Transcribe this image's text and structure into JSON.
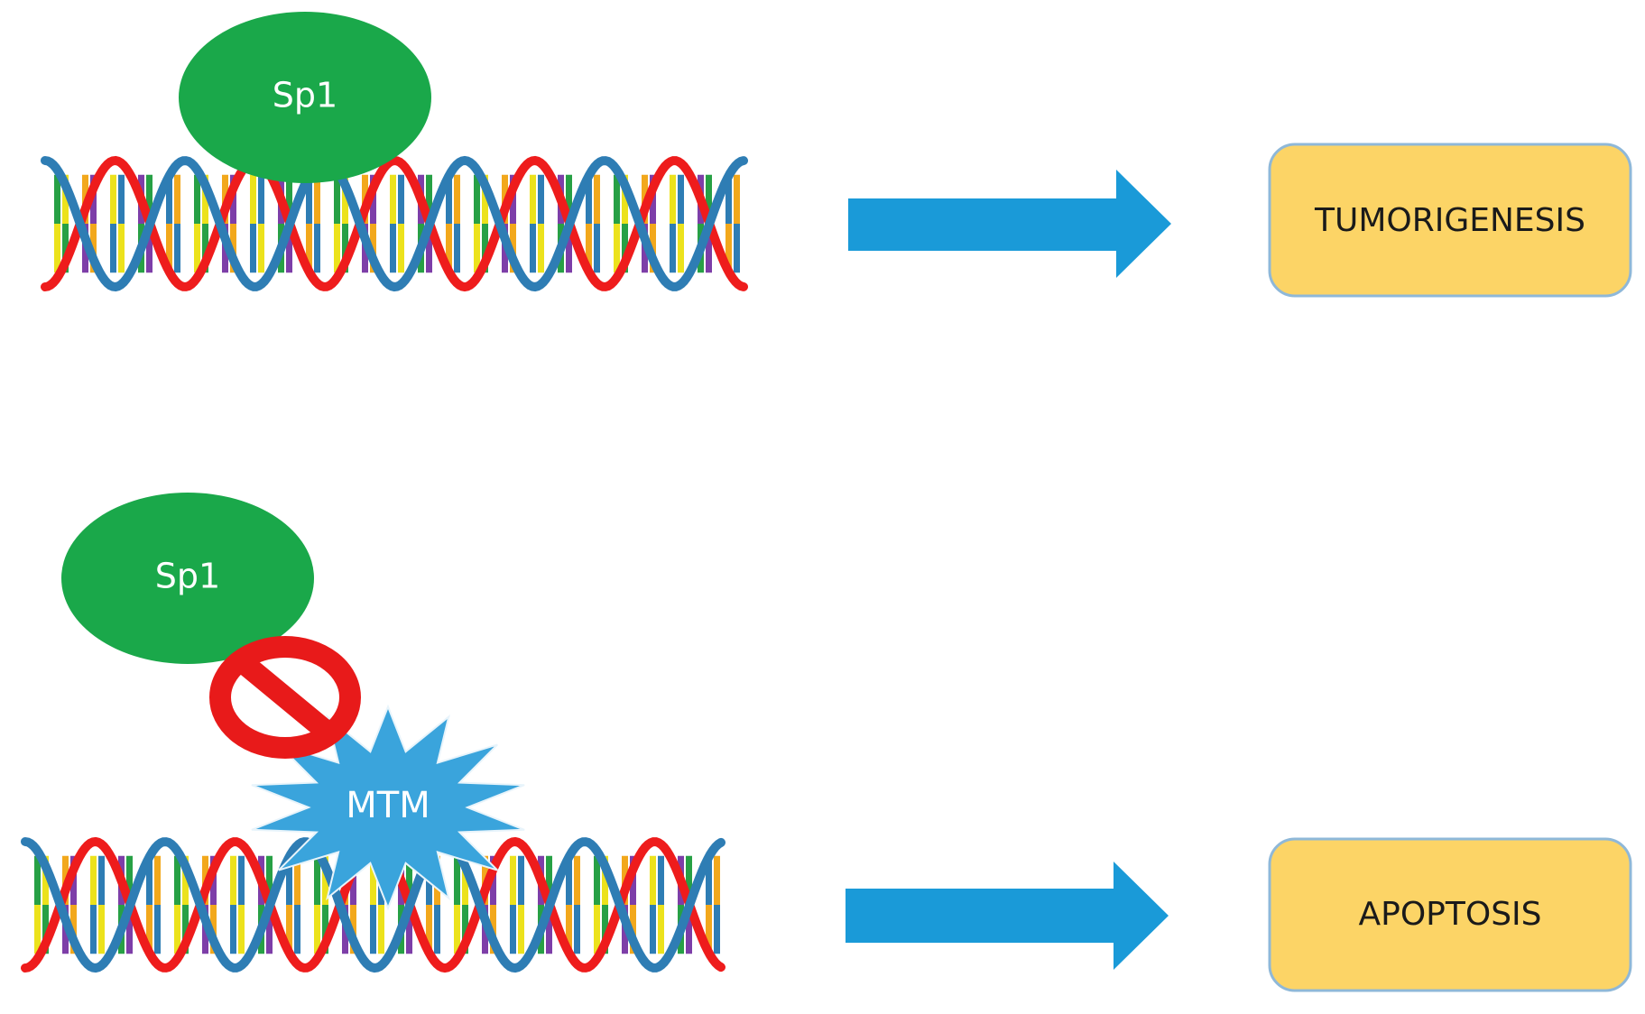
{
  "top_panel": {
    "protein_label": "Sp1",
    "outcome_label": "TUMORIGENESIS"
  },
  "bottom_panel": {
    "protein_label": "Sp1",
    "drug_label": "MTM",
    "outcome_label": "APOPTOSIS"
  },
  "colors": {
    "strand_red": "#ee1c1c",
    "strand_blue": "#2e7db4",
    "sp1_green": "#1aa84a",
    "arrow_blue": "#1a9ad8",
    "outcome_fill": "#fcd466",
    "outcome_border": "#8fb8d8",
    "inhibit_red": "#e81a1a",
    "mtm_blue": "#3aa4dc",
    "base_colors": [
      "#27a045",
      "#f2a81c",
      "#ece21c",
      "#7d3ea8",
      "#2e7db4"
    ]
  }
}
